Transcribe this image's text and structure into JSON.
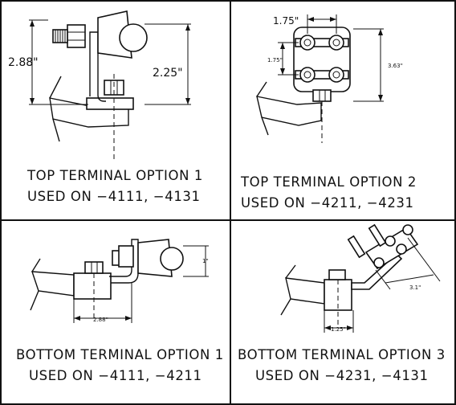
{
  "panels": [
    {
      "caption_line1": "TOP TERMINAL OPTION 1",
      "caption_line2": "USED ON −4111, −4131",
      "dimensions": [
        "2.88\"",
        "2.25\""
      ]
    },
    {
      "caption_line1": "TOP TERMINAL OPTION 2",
      "caption_line2": "USED ON −4211, −4231",
      "dimensions": [
        "1.75\"",
        "1.75\"",
        "3.63\""
      ]
    },
    {
      "caption_line1": "BOTTOM TERMINAL OPTION 1",
      "caption_line2": "USED ON −4111, −4211",
      "dimensions": [
        "1\"",
        "2.88\""
      ]
    },
    {
      "caption_line1": "BOTTOM TERMINAL OPTION 3",
      "caption_line2": "USED ON −4231, −4131",
      "dimensions": [
        "3.1\"",
        "1.25\""
      ]
    }
  ]
}
